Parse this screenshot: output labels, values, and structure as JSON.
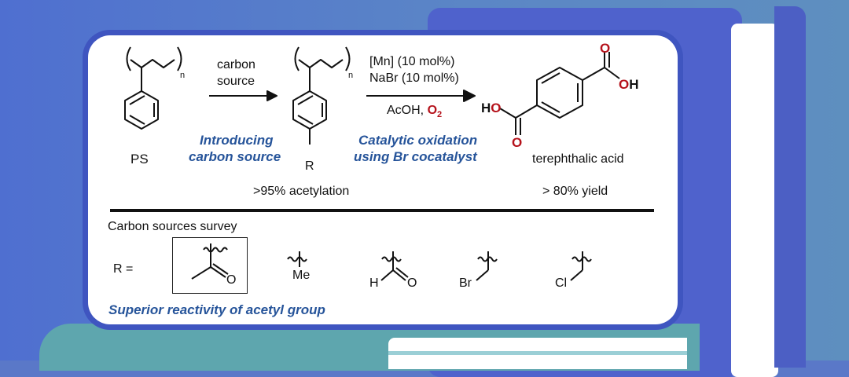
{
  "scheme": {
    "reactant_label": "PS",
    "subscript_n": "n",
    "step1": {
      "line1": "carbon",
      "line2": "source",
      "caption1": "Introducing",
      "caption2": "carbon source"
    },
    "intermediate_substituent": "R",
    "step2": {
      "line1": "[Mn] (10 mol%)",
      "line2": "NaBr (10 mol%)",
      "solvent": "AcOH, ",
      "oxidant": "O2",
      "oxidant_base": "O",
      "oxidant_sub": "2",
      "caption1": "Catalytic oxidation",
      "caption2": "using Br cocatalyst"
    },
    "product_label": "terephthalic acid",
    "acetylation_note": ">95% acetylation",
    "yield_note": "> 80% yield",
    "atoms": {
      "O": "O",
      "OH": "OH",
      "HO": "HO"
    }
  },
  "survey": {
    "title": "Carbon sources survey",
    "r_label": "R =",
    "groups": [
      "acetyl",
      "Me",
      "formyl",
      "bromomethyl",
      "chloromethyl"
    ],
    "labels": {
      "o": "O",
      "me": "Me",
      "h": "H",
      "br": "Br",
      "cl": "Cl"
    },
    "conclusion": "Superior reactivity of acetyl group"
  },
  "colors": {
    "accent_blue": "#26549a",
    "oxygen_red": "#b5121b",
    "frame": "#3f55c0"
  }
}
